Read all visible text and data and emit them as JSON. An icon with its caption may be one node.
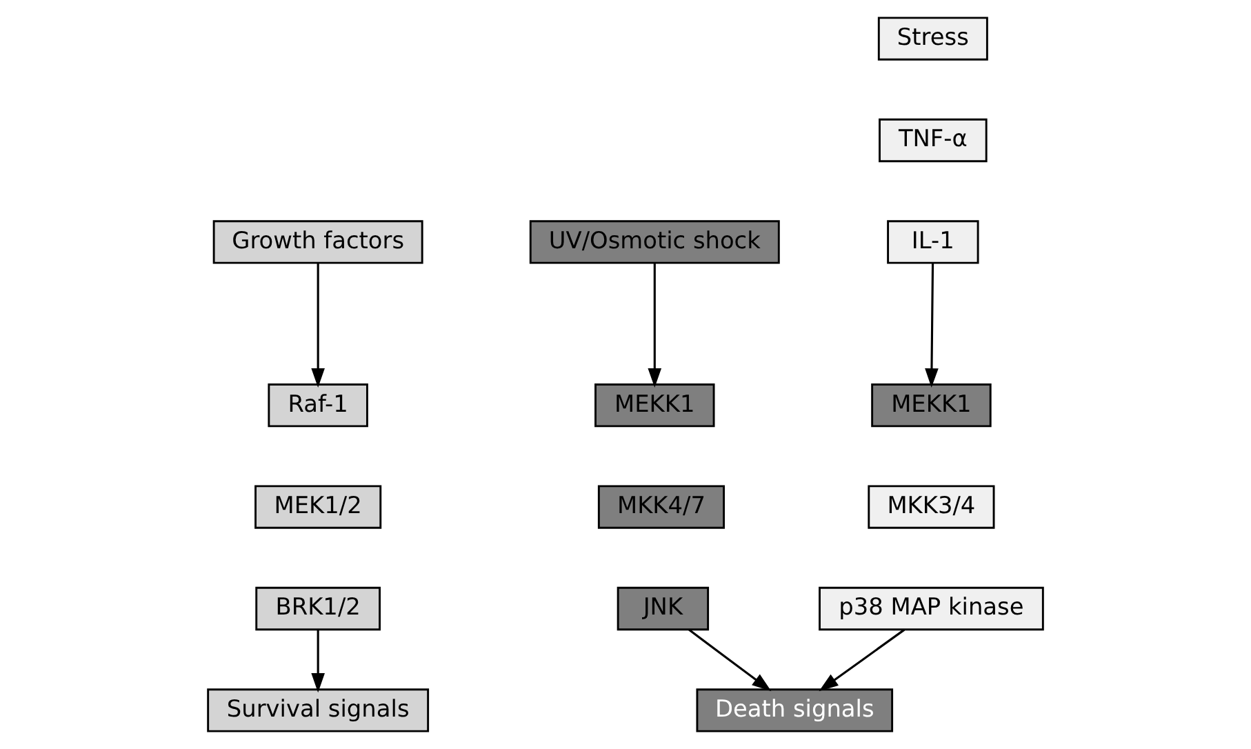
{
  "diagram": {
    "nodes": [
      {
        "text": [
          "Growth factors"
        ]
      },
      {
        "text": [
          "Raf-1"
        ]
      },
      {
        "text": [
          "MEK1/2"
        ]
      },
      {
        "text": [
          "BRK1/2"
        ]
      },
      {
        "text": [
          "Survival signals"
        ]
      },
      {
        "text": [
          "UV/Osmotic shock"
        ]
      },
      {
        "text": [
          "MEKK1"
        ]
      },
      {
        "text": [
          "MKK4/7"
        ]
      },
      {
        "text": [
          "JNK"
        ]
      },
      {
        "text": [
          "Death signals"
        ]
      },
      {
        "text": [
          "Stress"
        ]
      },
      {
        "text": [
          "TNF-α"
        ]
      },
      {
        "text": [
          "IL-1"
        ]
      },
      {
        "text": [
          "MEKK1"
        ]
      },
      {
        "text": [
          "MKK3/4"
        ]
      },
      {
        "text": [
          "p38 MAP kinase"
        ]
      }
    ],
    "edges": [
      {
        "from": 0,
        "to": 1,
        "arrow": "to"
      },
      {
        "from": 3,
        "to": 4,
        "arrow": "to"
      },
      {
        "from": 5,
        "to": 6,
        "arrow": "to"
      },
      {
        "from": 12,
        "to": 13,
        "arrow": "to"
      },
      {
        "from": 8,
        "to": 9,
        "arrow": "to"
      },
      {
        "from": 15,
        "to": 9,
        "arrow": "to"
      }
    ]
  }
}
